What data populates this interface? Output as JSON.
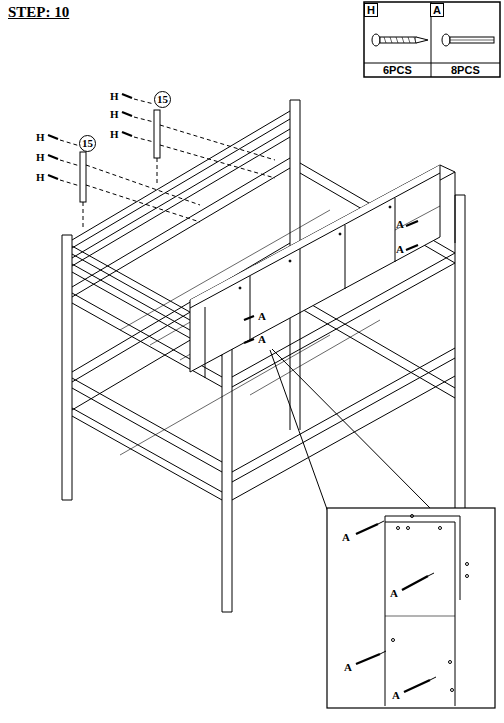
{
  "diagram": {
    "title": "STEP: 10",
    "nodes": [
      {
        "text": [
          "H"
        ]
      },
      {
        "text": [
          "A"
        ]
      },
      {
        "text": [
          "15"
        ]
      },
      {
        "text": [
          "15"
        ]
      }
    ],
    "labels": [
      "6PCS",
      "8PCS",
      "H",
      "H",
      "H",
      "H",
      "H",
      "H",
      "A",
      "A",
      "A",
      "A",
      "A",
      "A",
      "A",
      "A"
    ]
  }
}
